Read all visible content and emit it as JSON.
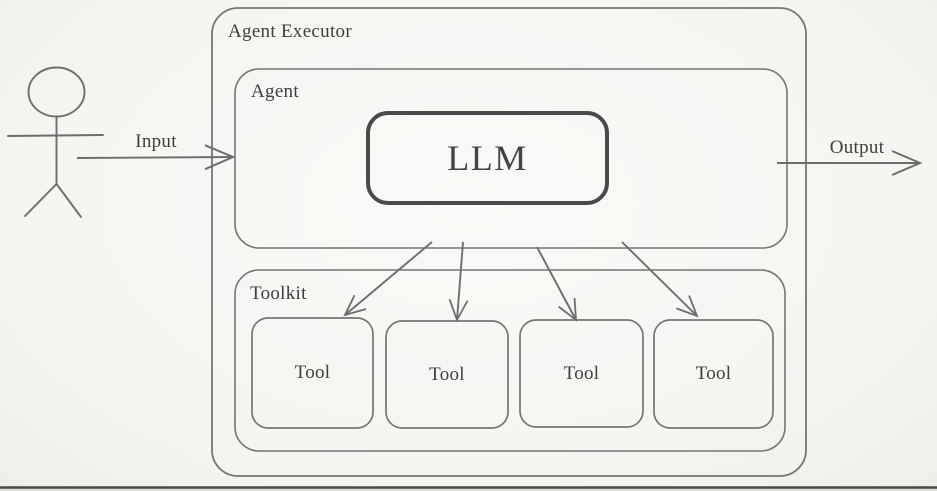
{
  "diagram": {
    "actor_icon": "person-stick-figure",
    "input_label": "Input",
    "output_label": "Output",
    "agent_executor": {
      "label": "Agent Executor"
    },
    "agent": {
      "label": "Agent"
    },
    "llm": {
      "label": "LLM"
    },
    "toolkit": {
      "label": "Toolkit",
      "tools": [
        {
          "label": "Tool"
        },
        {
          "label": "Tool"
        },
        {
          "label": "Tool"
        },
        {
          "label": "Tool"
        }
      ]
    }
  },
  "colors": {
    "line": "#757575",
    "arrow": "#6d6d6d",
    "llm_border": "#4a4a4a",
    "text": "#3e3e3e",
    "background": "#f6f5f2",
    "bottom_bar": "#4a4a4a",
    "bottom_bar_under": "#dddcd8"
  }
}
